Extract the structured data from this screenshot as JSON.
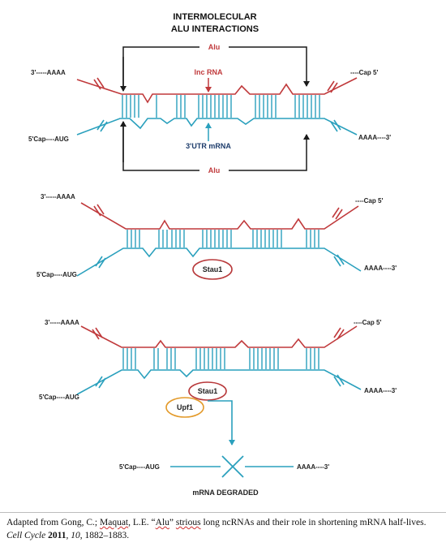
{
  "title": {
    "line1": "INTERMOLECULAR",
    "line2": "ALU INTERACTIONS"
  },
  "labels": {
    "alu_top": "Alu",
    "alu_bottom": "Alu",
    "lnc_rna": "lnc RNA",
    "utr_mrna": "3'UTR mRNA",
    "red_left": "3'-----AAAA",
    "red_right": "----Cap 5'",
    "blue_left": "5'Cap----AUG",
    "blue_right": "AAAA----3'",
    "stau1": "Stau1",
    "upf1": "Upf1",
    "degraded_left": "5'Cap----AUG",
    "degraded_right": "AAAA----3'",
    "mrna_degraded": "mRNA DEGRADED"
  },
  "caption": {
    "part1": "Adapted from Gong, C.; ",
    "maquat": "Maquat",
    "part2": ", L.E. “",
    "alu": "Alu",
    "part3": "” ",
    "strious": "strious",
    "part4": " long ncRNAs and their role in shortening mRNA half-lives. ",
    "journal": "Cell Cycle",
    "space1": " ",
    "year": "2011",
    "part5": ", ",
    "volume": "10",
    "part6": ", 1882–1883."
  },
  "colors": {
    "red_strand": "#c0393b",
    "blue_strand": "#2aa0bd",
    "upf1_ring": "#e39a2a",
    "arrow": "#1a1a1a"
  }
}
